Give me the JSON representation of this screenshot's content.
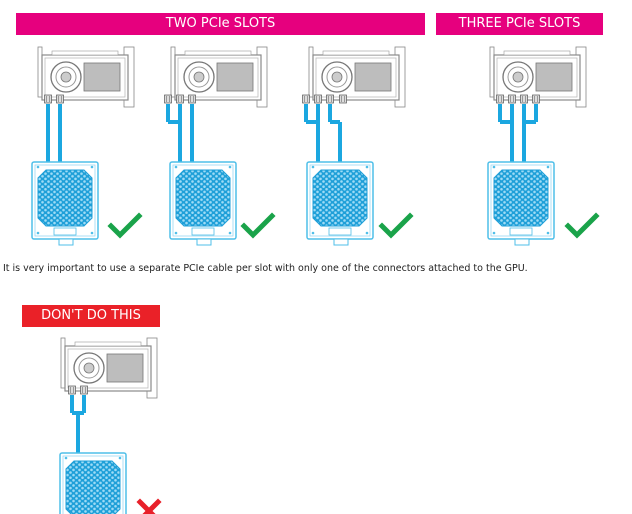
{
  "banners": {
    "two_slots": "TWO PCIe SLOTS",
    "three_slots": "THREE PCIe SLOTS",
    "dont": "DON'T DO THIS"
  },
  "note": "It is very important to use a separate PCIe cable per slot with only one of the connectors attached to the GPU.",
  "colors": {
    "two_banner": "#e6007e",
    "three_banner": "#e6007e",
    "dont_banner": "#ea2128",
    "cable": "#1ba7e0",
    "outline": "#4fbfe9",
    "psu_fan": "#34b1e6",
    "check": "#1aa34a",
    "cross": "#e8202a"
  },
  "icons": [
    "gpu-icon",
    "psu-icon",
    "pcie-cable-icon",
    "checkmark-icon",
    "cross-icon"
  ]
}
